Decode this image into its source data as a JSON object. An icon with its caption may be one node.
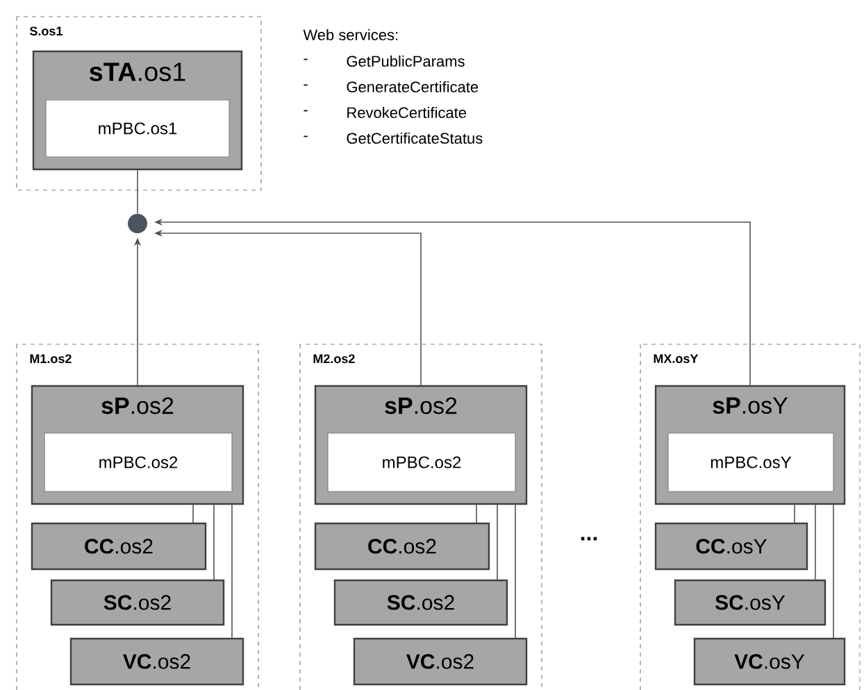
{
  "diagram": {
    "nodes": [
      {
        "text": [
          "S.os1"
        ]
      },
      {
        "text": [
          "**sTA**.os1"
        ],
        "in": 0
      },
      {
        "text": [
          "mPBC.os1"
        ],
        "in": 1
      },
      {
        "text": [],
        "shape": "circle"
      },
      {
        "text": [
          "M1.os2"
        ]
      },
      {
        "text": [
          "**sP**.os2"
        ],
        "in": 4
      },
      {
        "text": [
          "mPBC.os2"
        ],
        "in": 5
      },
      {
        "text": [
          "**CC**.os2"
        ],
        "in": 4
      },
      {
        "text": [
          "**SC**.os2"
        ],
        "in": 4
      },
      {
        "text": [
          "**VC**.os2"
        ],
        "in": 4
      },
      {
        "text": [
          "M2.os2"
        ]
      },
      {
        "text": [
          "**sP**.os2"
        ],
        "in": 10
      },
      {
        "text": [
          "mPBC.os2"
        ],
        "in": 11
      },
      {
        "text": [
          "**CC**.os2"
        ],
        "in": 10
      },
      {
        "text": [
          "**SC**.os2"
        ],
        "in": 10
      },
      {
        "text": [
          "**VC**.os2"
        ],
        "in": 10
      },
      {
        "text": [
          "MX.osY"
        ]
      },
      {
        "text": [
          "**sP**.osY"
        ],
        "in": 16
      },
      {
        "text": [
          "mPBC.osY"
        ],
        "in": 17
      },
      {
        "text": [
          "**CC**.osY"
        ],
        "in": 16
      },
      {
        "text": [
          "**SC**.osY"
        ],
        "in": 16
      },
      {
        "text": [
          "**VC**.osY"
        ],
        "in": 16
      }
    ],
    "edges": [
      {
        "from": 1,
        "to": 3,
        "arrow": "none"
      },
      {
        "from": 5,
        "to": 3,
        "arrow": "to"
      },
      {
        "from": 11,
        "to": 3,
        "arrow": "to"
      },
      {
        "from": 17,
        "to": 3,
        "arrow": "to"
      },
      {
        "from": 5,
        "to": 7,
        "arrow": "none"
      },
      {
        "from": 5,
        "to": 8,
        "arrow": "none"
      },
      {
        "from": 5,
        "to": 9,
        "arrow": "none"
      },
      {
        "from": 11,
        "to": 13,
        "arrow": "none"
      },
      {
        "from": 11,
        "to": 14,
        "arrow": "none"
      },
      {
        "from": 11,
        "to": 15,
        "arrow": "none"
      },
      {
        "from": 17,
        "to": 19,
        "arrow": "none"
      },
      {
        "from": 17,
        "to": 20,
        "arrow": "none"
      },
      {
        "from": 17,
        "to": 21,
        "arrow": "none"
      }
    ],
    "labels": [
      "Web services:",
      "-",
      "GetPublicParams",
      "-",
      "GenerateCertificate",
      "-",
      "RevokeCertificate",
      "-",
      "GetCertificateStatus",
      "..."
    ]
  }
}
